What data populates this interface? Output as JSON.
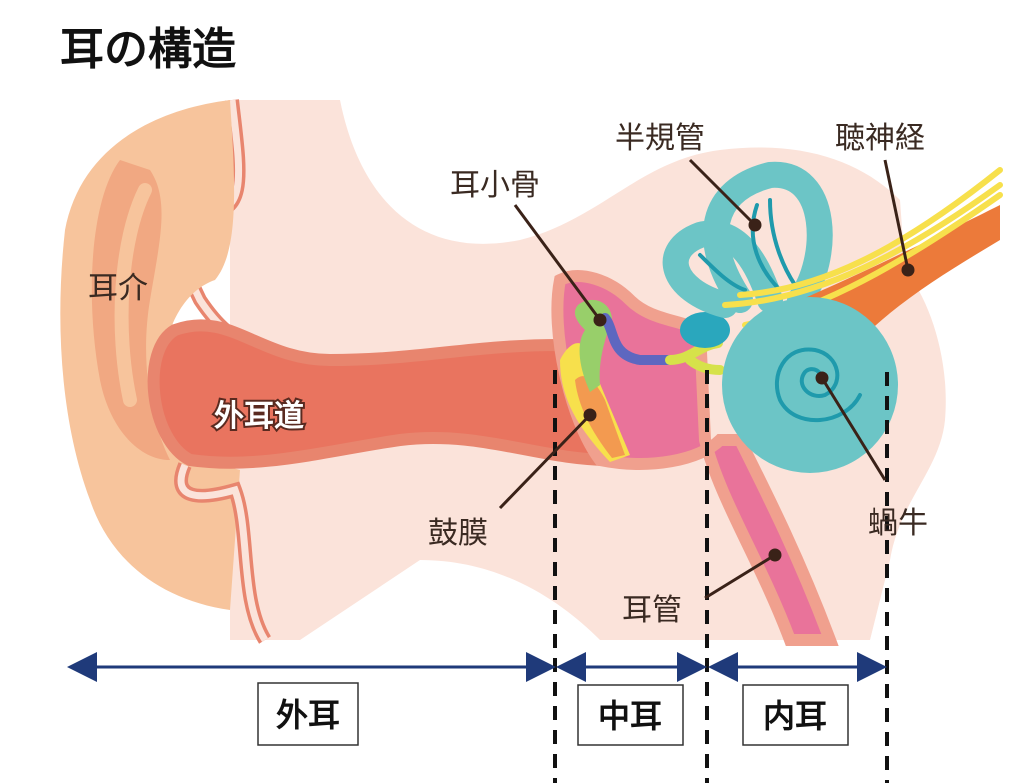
{
  "title": "耳の構造",
  "labels": {
    "pinna": "耳介",
    "ear_canal": "外耳道",
    "ossicles": "耳小骨",
    "semicircular_canals": "半規管",
    "auditory_nerve": "聴神経",
    "eardrum": "鼓膜",
    "cochlea": "蝸牛",
    "eustachian_tube": "耳管"
  },
  "regions": {
    "outer": "外耳",
    "middle": "中耳",
    "inner": "内耳"
  },
  "colors": {
    "background_tissue": "#fbe3da",
    "pinna": "#f7c49c",
    "canal": "#e9745f",
    "middle_ear": "#e9739a",
    "cochlea": "#6cc5c6",
    "nerve_orange": "#ec7a3a",
    "nerve_yellow": "#f7e04c",
    "arrow": "#1f3a7a"
  }
}
